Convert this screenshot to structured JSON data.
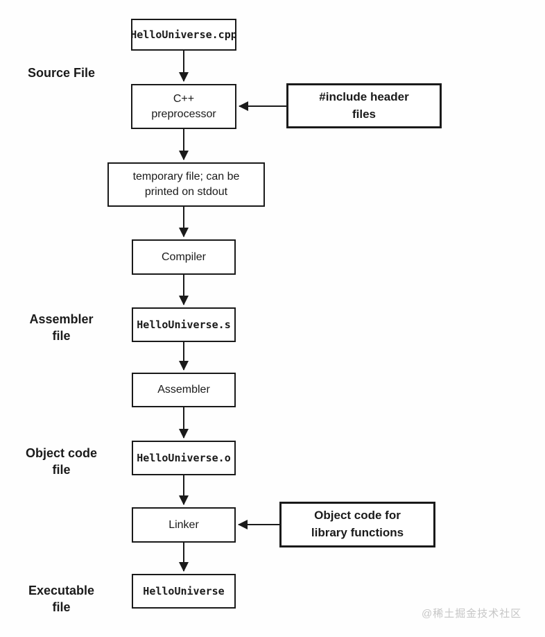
{
  "diagram": {
    "type": "flowchart",
    "subject": "C++ compilation process",
    "flow": {
      "source_file_box": "HelloUniverse.cpp",
      "preprocessor_box": "C++\npreprocessor",
      "temp_file_box": "temporary file; can be\nprinted on stdout",
      "compiler_box": "Compiler",
      "assembler_file_box": "HelloUniverse.s",
      "assembler_box": "Assembler",
      "object_file_box": "HelloUniverse.o",
      "linker_box": "Linker",
      "executable_box": "HelloUniverse"
    },
    "side_labels": {
      "source": "Source File",
      "assembler": "Assembler\nfile",
      "object_code": "Object code\nfile",
      "executable": "Executable\nfile"
    },
    "callouts": {
      "include_header": "#include header\nfiles",
      "library_objects": "Object code for\nlibrary functions"
    },
    "edges": [
      "HelloUniverse.cpp -> C++ preprocessor",
      "#include header files -> C++ preprocessor",
      "C++ preprocessor -> temporary file; can be printed on stdout",
      "temporary file -> Compiler",
      "Compiler -> HelloUniverse.s",
      "HelloUniverse.s -> Assembler",
      "Assembler -> HelloUniverse.o",
      "HelloUniverse.o -> Linker",
      "Object code for library functions -> Linker",
      "Linker -> HelloUniverse"
    ],
    "colors": {
      "background": "#fefefe",
      "line": "#1a1a1a",
      "box_fill": "#ffffff",
      "watermark": "#c6c6c6"
    }
  },
  "watermark": "@稀土掘金技术社区"
}
